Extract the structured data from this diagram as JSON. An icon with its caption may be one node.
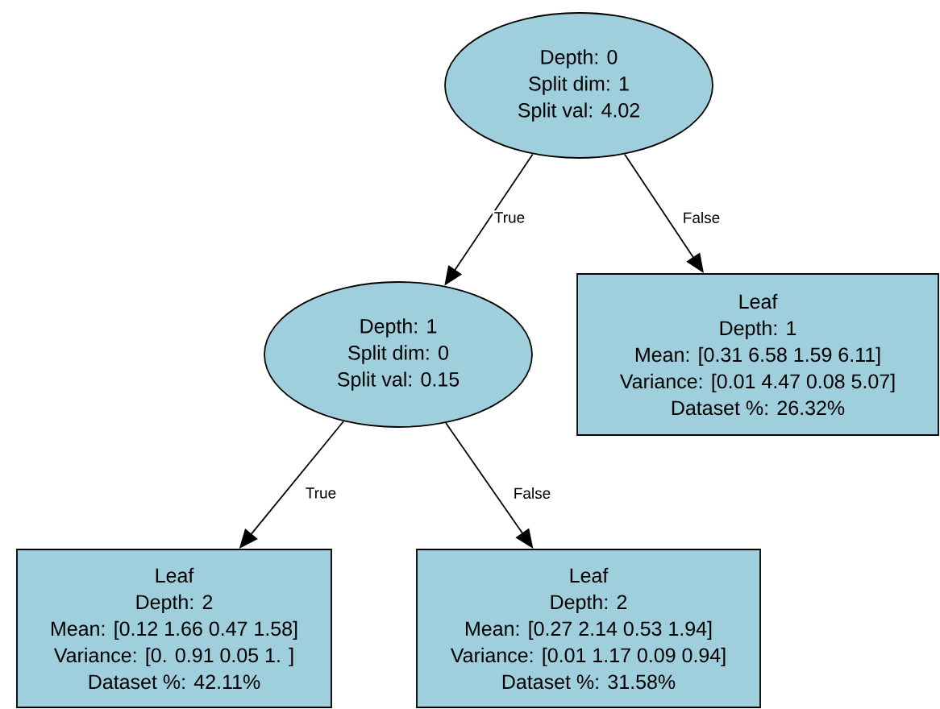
{
  "diagram": {
    "nodes": [
      {
        "text": [
          "Depth: 0",
          "Split dim: 1",
          "Split val: 4.02"
        ]
      },
      {
        "text": [
          "Depth: 1",
          "Split dim: 0",
          "Split val: 0.15"
        ]
      },
      {
        "text": [
          "Leaf",
          "Depth: 1",
          "Mean: [0.31 6.58 1.59 6.11]",
          "Variance: [0.01 4.47 0.08 5.07]",
          "Dataset %: 26.32%"
        ]
      },
      {
        "text": [
          "Leaf",
          "Depth: 2",
          "Mean: [0.12 1.66 0.47 1.58]",
          "Variance: [0. 0.91 0.05 1. ]",
          "Dataset %: 42.11%"
        ]
      },
      {
        "text": [
          "Leaf",
          "Depth: 2",
          "Mean: [0.27 2.14 0.53 1.94]",
          "Variance: [0.01 1.17 0.09 0.94]",
          "Dataset %: 31.58%"
        ]
      }
    ],
    "edges": [
      {
        "from": 0,
        "to": 1,
        "arrow": "to",
        "label": "True"
      },
      {
        "from": 0,
        "to": 2,
        "arrow": "to",
        "label": "False"
      },
      {
        "from": 1,
        "to": 3,
        "arrow": "to",
        "label": "True"
      },
      {
        "from": 1,
        "to": 4,
        "arrow": "to",
        "label": "False"
      }
    ]
  }
}
